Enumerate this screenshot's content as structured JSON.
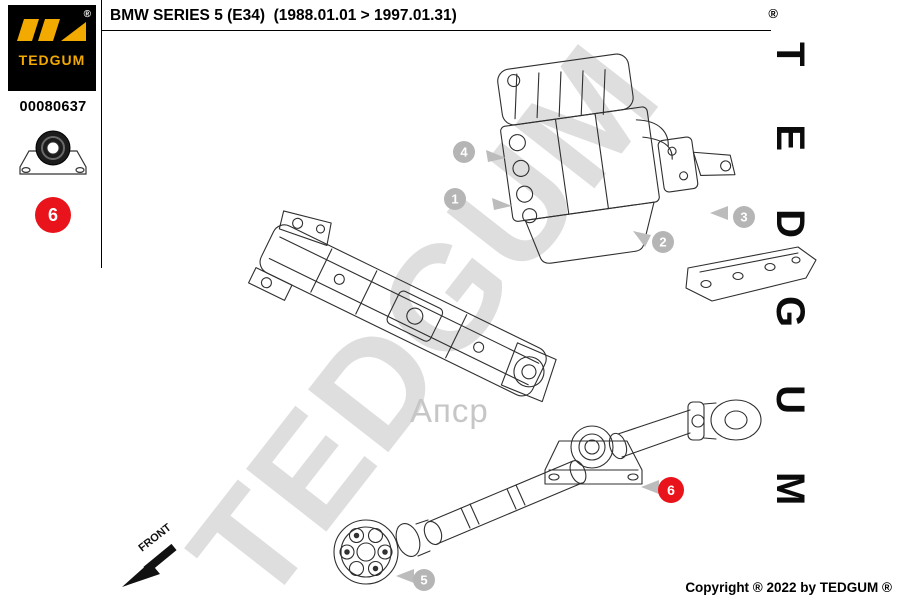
{
  "header": {
    "title": "BMW SERIES 5 (E34)  (1988.01.01 > 1997.01.31)"
  },
  "brand_panel": {
    "brand": "TEDGUM",
    "registered_mark": "®",
    "part_number": "00080637",
    "badge_label": "6"
  },
  "callouts": [
    {
      "label": "1",
      "color": "gray"
    },
    {
      "label": "2",
      "color": "gray"
    },
    {
      "label": "3",
      "color": "gray"
    },
    {
      "label": "4",
      "color": "gray"
    },
    {
      "label": "5",
      "color": "gray"
    },
    {
      "label": "6",
      "color": "red"
    }
  ],
  "diagram": {
    "front_label": "FRONT"
  },
  "watermarks": {
    "diagonal_brand": "TEDGUM",
    "center_mark": "Апср",
    "vertical_brand": "TEDGUM",
    "corner_registered": "®"
  },
  "footer": {
    "copyright": "Copyright ® 2022 by TEDGUM ®"
  },
  "colors": {
    "badge_red": "#e8131b",
    "callout_gray": "#b5b5b5",
    "logo_gold": "#f2a900",
    "watermark_gray": "#dedede",
    "line_ink": "#2f2f2f"
  }
}
